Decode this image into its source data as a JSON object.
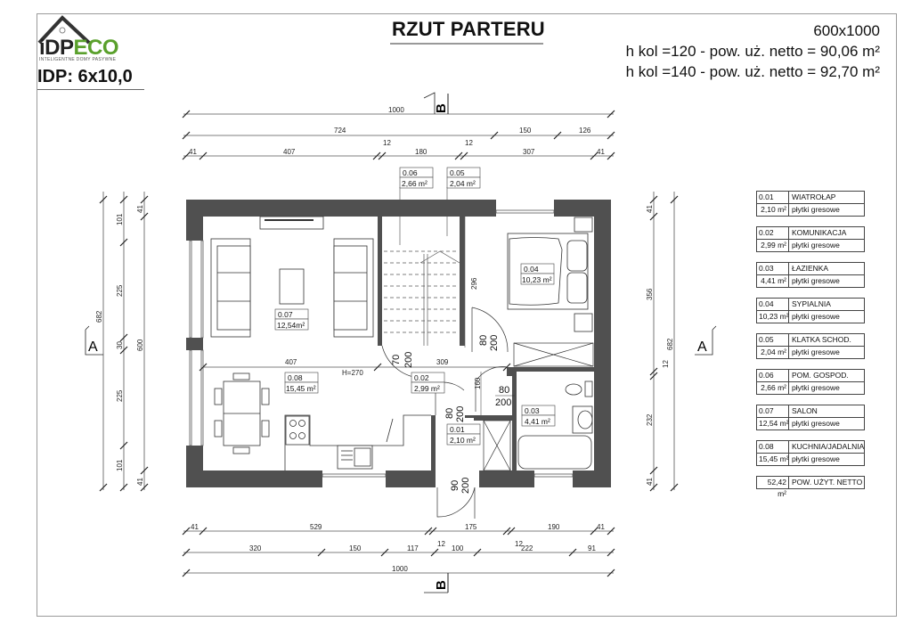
{
  "header": {
    "logo": {
      "idp": "iDP",
      "eco": "ECO",
      "tagline": "INTELIGENTNE DOMY PASYWNE"
    },
    "project_code": "IDP: 6x10,0",
    "title": "RZUT PARTERU",
    "size": "600x1000",
    "area_line_1": "h kol =120 - pow. uż. netto = 90,06 m²",
    "area_line_2": "h kol =140 - pow. uż. netto = 92,70 m²"
  },
  "colors": {
    "wall": "#505050",
    "logo_green": "#5aa02c",
    "frame": "#9a9a9a"
  },
  "section_marks": {
    "top": "B",
    "bottom": "B",
    "left": "A",
    "right": "A"
  },
  "dimensions": {
    "top_row1": [
      "1000"
    ],
    "top_row2": [
      "724",
      "150",
      "126"
    ],
    "top_row3": [
      "41",
      "407",
      "12",
      "180",
      "12",
      "307",
      "41"
    ],
    "bottom_row1": [
      "41",
      "529",
      "175",
      "190",
      "41"
    ],
    "bottom_row2": [
      "320",
      "150",
      "117",
      "12",
      "100",
      "12",
      "222",
      "91"
    ],
    "bottom_row3": [
      "1000"
    ],
    "left_outer": "682",
    "left_mid": [
      "101",
      "225",
      "30",
      "225",
      "101"
    ],
    "left_inner": [
      "41",
      "600",
      "41"
    ],
    "right_inner": [
      "41",
      "356",
      "12",
      "232",
      "41"
    ],
    "right_outer": "682",
    "interior": {
      "salon_width": "407",
      "hall_width": "309",
      "height": "H=270",
      "bedroom_depth": "296",
      "corridor": "160"
    }
  },
  "doors": [
    {
      "w": "70",
      "h": "200"
    },
    {
      "w": "80",
      "h": "200"
    },
    {
      "w": "80",
      "h": "200"
    },
    {
      "w": "80",
      "h": "200"
    },
    {
      "w": "90",
      "h": "200"
    }
  ],
  "plan_rooms": [
    {
      "num": "0.07",
      "area": "12,54m²"
    },
    {
      "num": "0.08",
      "area": "15,45 m²"
    },
    {
      "num": "0.06",
      "area": "2,66 m²"
    },
    {
      "num": "0.05",
      "area": "2,04 m²"
    },
    {
      "num": "0.04",
      "area": "10,23 m²"
    },
    {
      "num": "0.02",
      "area": "2,99 m²"
    },
    {
      "num": "0.03",
      "area": "4,41 m²"
    },
    {
      "num": "0.01",
      "area": "2,10 m²"
    }
  ],
  "legend": [
    {
      "num": "0.01",
      "name": "WIATROŁAP",
      "area": "2,10 m²",
      "floor": "płytki gresowe"
    },
    {
      "num": "0.02",
      "name": "KOMUNIKACJA",
      "area": "2,99 m²",
      "floor": "płytki gresowe"
    },
    {
      "num": "0.03",
      "name": "ŁAZIENKA",
      "area": "4,41 m²",
      "floor": "płytki gresowe"
    },
    {
      "num": "0.04",
      "name": "SYPIALNIA",
      "area": "10,23 m²",
      "floor": "płytki gresowe"
    },
    {
      "num": "0.05",
      "name": "KLATKA SCHOD.",
      "area": "2,04 m²",
      "floor": "płytki gresowe"
    },
    {
      "num": "0.06",
      "name": "POM. GOSPOD.",
      "area": "2,66 m²",
      "floor": "płytki gresowe"
    },
    {
      "num": "0.07",
      "name": "SALON",
      "area": "12,54 m²",
      "floor": "płytki gresowe"
    },
    {
      "num": "0.08",
      "name": "KUCHNIA/JADALNIA",
      "area": "15,45 m²",
      "floor": "płytki gresowe"
    }
  ],
  "total": {
    "area": "52,42 m²",
    "label": "POW. UŻYT. NETTO"
  }
}
